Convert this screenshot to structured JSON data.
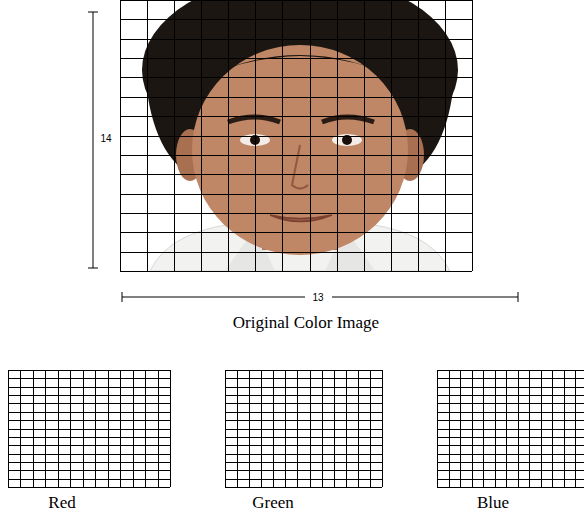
{
  "diagram": {
    "labels": [
      "14",
      "13",
      "Original Color Image",
      "Red",
      "Green",
      "Blue"
    ]
  }
}
